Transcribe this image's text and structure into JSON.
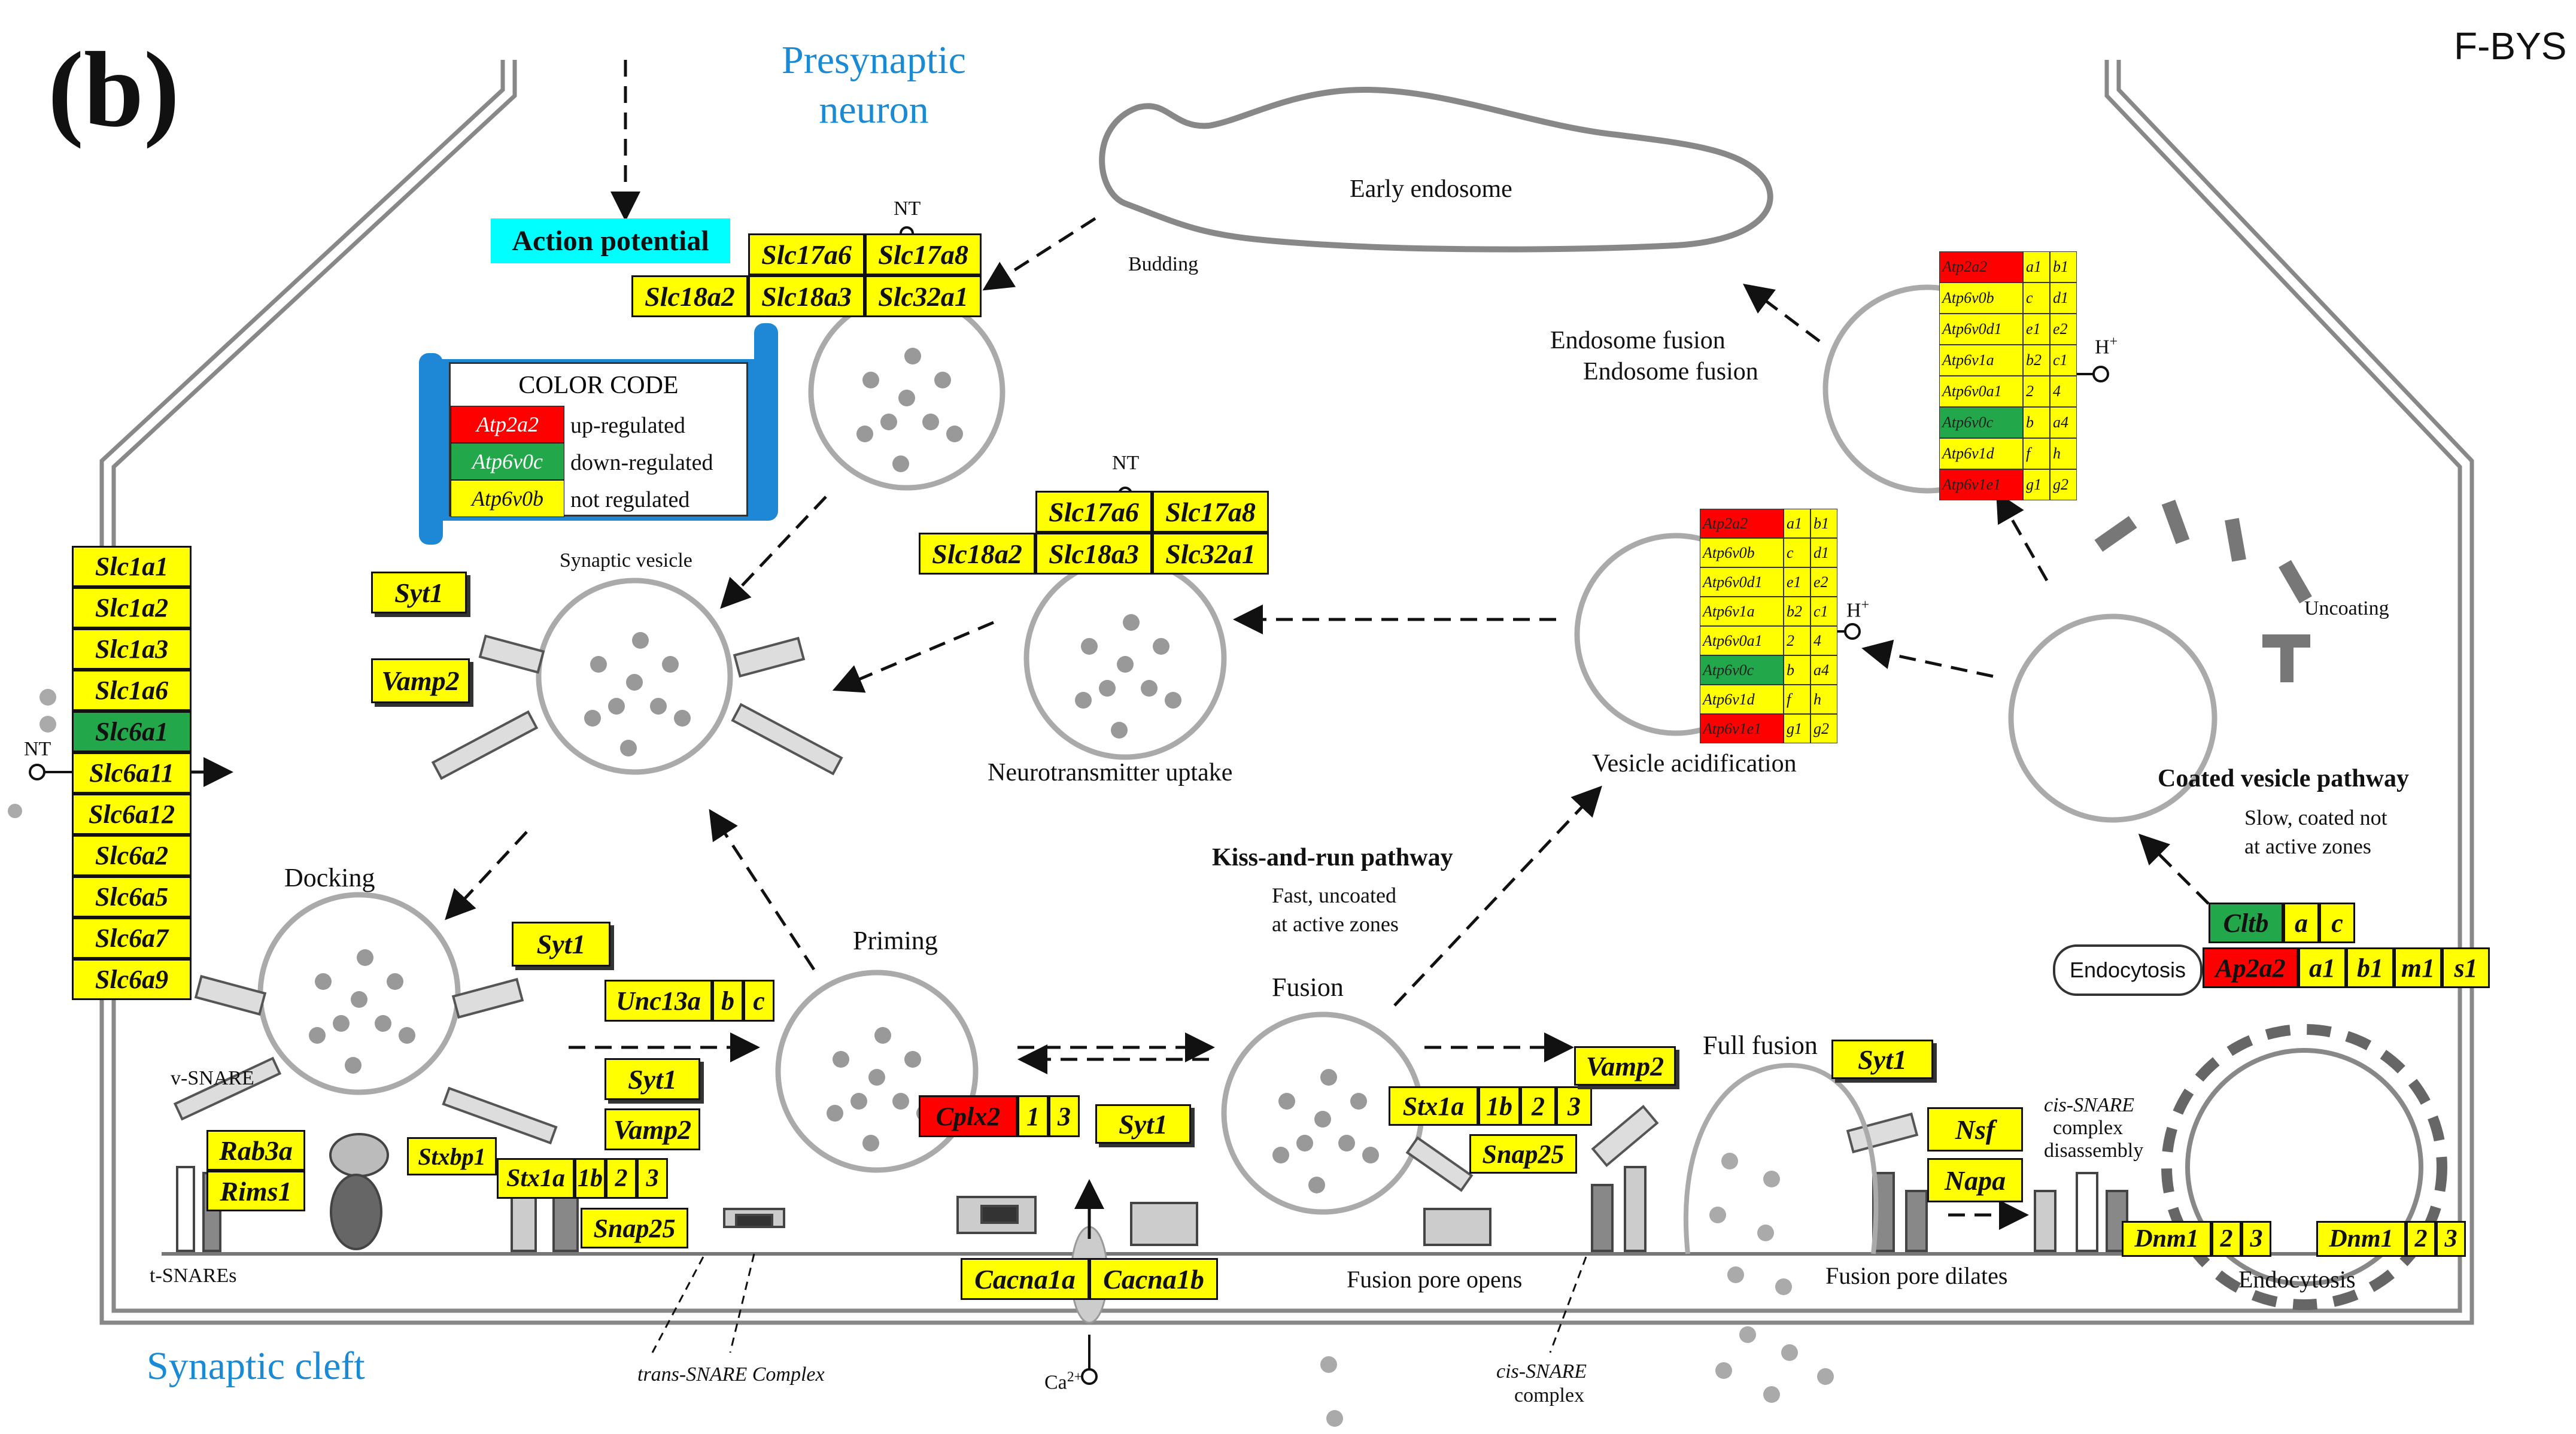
{
  "panel_label": "(b)",
  "corner_tag": "F-BYS",
  "regions": {
    "presynaptic": "Presynaptic\nneuron",
    "synaptic_cleft": "Synaptic cleft"
  },
  "labels": {
    "action_potential": "Action potential",
    "early_endosome": "Early endosome",
    "budding": "Budding",
    "endosome_fusion_1": "Endosome fusion",
    "endosome_fusion_2": "Endosome fusion",
    "synaptic_vesicle": "Synaptic vesicle",
    "neurotransmitter_uptake": "Neurotransmitter uptake",
    "vesicle_acidification": "Vesicle acidification",
    "uncoating": "Uncoating",
    "coated_vesicle_pathway": "Coated vesicle pathway",
    "coated_desc_1": "Slow, coated not",
    "coated_desc_2": "at active zones",
    "kiss_and_run": "Kiss-and-run pathway",
    "kiss_desc_1": "Fast, uncoated",
    "kiss_desc_2": "at active zones",
    "docking": "Docking",
    "priming": "Priming",
    "fusion": "Fusion",
    "full_fusion": "Full fusion",
    "endocytosis_box": "Endocytosis",
    "endocytosis_bottom": "Endocytosis",
    "v_snare": "v-SNARE",
    "t_snares": "t-SNAREs",
    "fusion_pore_opens": "Fusion pore opens",
    "fusion_pore_dilates": "Fusion pore dilates",
    "trans_snare": "trans-SNARE Complex",
    "cis_snare_1": "cis-SNARE",
    "cis_snare_2": "complex",
    "cis_snare_dis_1": "cis-SNARE",
    "cis_snare_dis_2": "complex",
    "cis_snare_dis_3": "disassembly",
    "nt_top_1": "NT",
    "nt_top_2": "NT",
    "nt_left": "NT",
    "h_plus_1": "H+",
    "h_plus_2": "H+",
    "ca2": "Ca2+"
  },
  "color_code": {
    "title": "COLOR CODE",
    "rows": [
      {
        "gene": "Atp2a2",
        "meaning": "up-regulated",
        "color": "#ff0000"
      },
      {
        "gene": "Atp6v0c",
        "meaning": "down-regulated",
        "color": "#22a84a"
      },
      {
        "gene": "Atp6v0b",
        "meaning": "not regulated",
        "color": "#ffff00"
      }
    ]
  },
  "genes": {
    "top_vglut_row1": [
      "Slc17a6",
      "Slc17a8"
    ],
    "top_vglut_row2": [
      "Slc18a2",
      "Slc18a3",
      "Slc32a1"
    ],
    "mid_vglut_row1": [
      "Slc17a6",
      "Slc17a8"
    ],
    "mid_vglut_row2": [
      "Slc18a2",
      "Slc18a3",
      "Slc32a1"
    ],
    "transporters": [
      "Slc1a1",
      "Slc1a2",
      "Slc1a3",
      "Slc1a6",
      "Slc6a1",
      "Slc6a11",
      "Slc6a12",
      "Slc6a2",
      "Slc6a5",
      "Slc6a7",
      "Slc6a9"
    ],
    "transporter_states": [
      "y",
      "y",
      "y",
      "y",
      "g",
      "y",
      "y",
      "y",
      "y",
      "y",
      "y"
    ],
    "syt1": "Syt1",
    "vamp2": "Vamp2",
    "unc13a": [
      "Unc13a",
      "b",
      "c"
    ],
    "rab3a": "Rab3a",
    "rims1": "Rims1",
    "stxbp1": "Stxbp1",
    "stx1a": [
      "Stx1a",
      "1b",
      "2",
      "3"
    ],
    "snap25": "Snap25",
    "cplx2": [
      "Cplx2",
      "1",
      "3"
    ],
    "cacna": [
      "Cacna1a",
      "Cacna1b"
    ],
    "nsf": "Nsf",
    "napa": "Napa",
    "cltb": [
      "Cltb",
      "a",
      "c"
    ],
    "ap2a2": [
      "Ap2a2",
      "a1",
      "b1",
      "m1",
      "s1"
    ],
    "dnm1": [
      "Dnm1",
      "2",
      "3"
    ],
    "vatpase": [
      [
        "Atp2a2",
        "a1",
        "b1"
      ],
      [
        "Atp6v0b",
        "c",
        "d1"
      ],
      [
        "Atp6v0d1",
        "e1",
        "e2"
      ],
      [
        "Atp6v1a",
        "b2",
        "c1"
      ],
      [
        "Atp6v0a1",
        "2",
        "4"
      ],
      [
        "Atp6v0c",
        "b",
        "a4"
      ],
      [
        "Atp6v1d",
        "f",
        "h"
      ],
      [
        "Atp6v1e1",
        "g1",
        "g2"
      ]
    ],
    "vatpase_first_col_colors": [
      "#ff0000",
      "#ffff00",
      "#ffff00",
      "#ffff00",
      "#ffff00",
      "#22a84a",
      "#ffff00",
      "#ff0000"
    ]
  }
}
